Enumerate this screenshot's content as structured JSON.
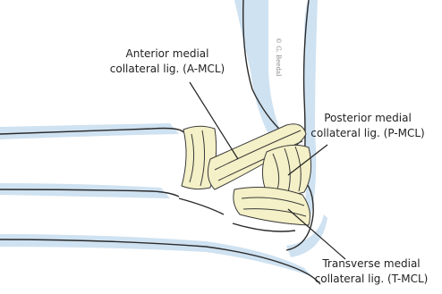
{
  "diagram": {
    "labels": {
      "amcl": {
        "line1": "Anterior medial",
        "line2": "collateral lig. (A-MCL)"
      },
      "pmcl": {
        "line1": "Posterior medial",
        "line2": "collateral lig. (P-MCL)"
      },
      "tmcl": {
        "line1": "Transverse medial",
        "line2": "collateral lig. (T-MCL)"
      }
    },
    "copyright": "© G. Beedal",
    "colors": {
      "bone_fill": "#ffffff",
      "bone_outline": "#2a2a2a",
      "cartilage_shadow": "#cfe2f1",
      "ligament_fill": "#f4f0c7",
      "ligament_line": "#3a3a3a",
      "leader_line": "#222222"
    }
  }
}
